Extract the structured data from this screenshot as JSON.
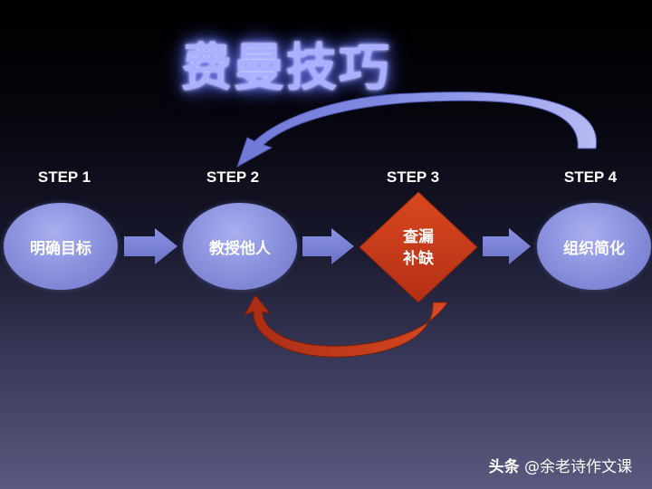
{
  "diagram": {
    "title": "费曼技巧",
    "steps": [
      {
        "label": "STEP 1",
        "text": "明确目标"
      },
      {
        "label": "STEP 2",
        "text": "教授他人"
      },
      {
        "label": "STEP 3",
        "lines": [
          "查漏",
          "补缺"
        ]
      },
      {
        "label": "STEP 4",
        "text": "组织简化"
      }
    ],
    "colors": {
      "title_glow": "#7b86ff",
      "node_fill": "#8c94e0",
      "diamond_fill": "#c8391a",
      "feedback_arrow_top": "#7880d8",
      "feedback_arrow_bottom": "#c8391a"
    }
  },
  "watermark": {
    "brand": "头条",
    "handle": "@余老诗作文课"
  }
}
